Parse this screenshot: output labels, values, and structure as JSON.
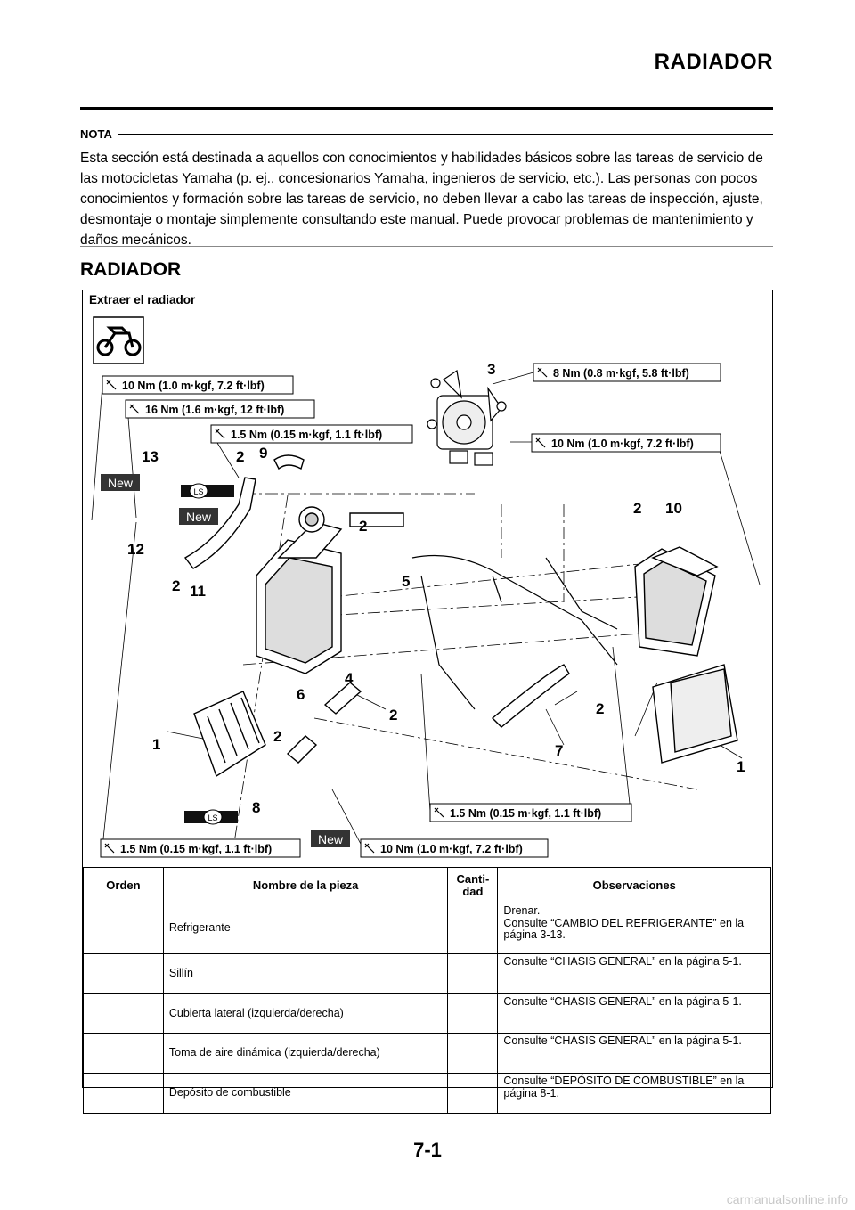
{
  "header": {
    "title": "RADIADOR"
  },
  "note": {
    "label": "NOTA",
    "text": "Esta sección está destinada a aquellos con conocimientos y habilidades básicos sobre las tareas de servicio de las motocicletas Yamaha (p. ej., concesionarios Yamaha, ingenieros de servicio, etc.). Las personas con pocos conocimientos y formación sobre las tareas de servicio, no deben llevar a cabo las tareas de inspección, ajuste, desmontaje o montaje simplemente consultando este manual. Puede provocar problemas de mantenimiento y daños mecánicos."
  },
  "section": {
    "title": "RADIADOR"
  },
  "diagram": {
    "caption": "Extraer el radiador",
    "torque_labels": [
      "10 Nm (1.0 m·kgf, 7.2 ft·lbf)",
      "16 Nm (1.6 m·kgf, 12 ft·lbf)",
      "1.5 Nm (0.15 m·kgf, 1.1 ft·lbf)",
      "8 Nm (0.8 m·kgf, 5.8 ft·lbf)",
      "10 Nm (1.0 m·kgf, 7.2 ft·lbf)",
      "1.5 Nm (0.15 m·kgf, 1.1 ft·lbf)",
      "1.5 Nm (0.15 m·kgf, 1.1 ft·lbf)",
      "10 Nm (1.0 m·kgf, 7.2 ft·lbf)"
    ],
    "new_badge": "New",
    "ls_badge": "LS",
    "callouts": [
      "3",
      "13",
      "2",
      "9",
      "2",
      "10",
      "2",
      "12",
      "2",
      "11",
      "5",
      "4",
      "6",
      "2",
      "2",
      "1",
      "2",
      "7",
      "1",
      "8"
    ]
  },
  "table": {
    "headers": {
      "order": "Orden",
      "name": "Nombre de la pieza",
      "qty": "Canti-\ndad",
      "obs": "Observaciones"
    },
    "rows": [
      {
        "order": "",
        "name": "Refrigerante",
        "qty": "",
        "obs": "Drenar.\nConsulte “CAMBIO DEL REFRIGERANTE” en la página 3-13."
      },
      {
        "order": "",
        "name": "Sillín",
        "qty": "",
        "obs": "Consulte “CHASIS GENERAL” en la página 5-1."
      },
      {
        "order": "",
        "name": "Cubierta lateral (izquierda/derecha)",
        "qty": "",
        "obs": "Consulte “CHASIS GENERAL” en la página 5-1."
      },
      {
        "order": "",
        "name": "Toma de aire dinámica (izquierda/derecha)",
        "qty": "",
        "obs": "Consulte “CHASIS GENERAL” en la página 5-1."
      },
      {
        "order": "",
        "name": "Depósito de combustible",
        "qty": "",
        "obs": "Consulte “DEPÓSITO DE COMBUSTIBLE” en la página 8-1."
      }
    ]
  },
  "footer": {
    "page_number": "7-1",
    "watermark": "carmanualsonline.info"
  }
}
